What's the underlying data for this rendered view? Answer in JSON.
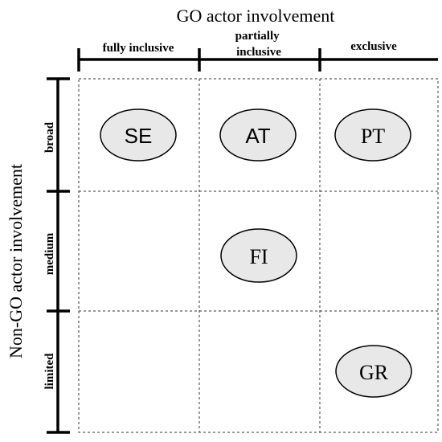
{
  "title_x": "GO actor  involvement",
  "title_y": "Non-GO actor involvement",
  "columns": [
    {
      "label_lines": [
        "fully inclusive"
      ]
    },
    {
      "label_lines": [
        "partially",
        "inclusive"
      ]
    },
    {
      "label_lines": [
        "exclusive"
      ]
    }
  ],
  "rows": [
    {
      "label": "broad"
    },
    {
      "label": "medium"
    },
    {
      "label": "limited"
    }
  ],
  "nodes": [
    {
      "label": "SE",
      "col": 0,
      "row": 0,
      "font": "sans"
    },
    {
      "label": "AT",
      "col": 1,
      "row": 0,
      "font": "sans"
    },
    {
      "label": "PT",
      "col": 2,
      "row": 0,
      "font": "serif"
    },
    {
      "label": "FI",
      "col": 1,
      "row": 1,
      "font": "serif"
    },
    {
      "label": "GR",
      "col": 2,
      "row": 2,
      "font": "serif"
    }
  ],
  "colors": {
    "ellipse_fill": "#e8e8e8",
    "stroke": "#000000",
    "grid_dash": "#333333"
  }
}
